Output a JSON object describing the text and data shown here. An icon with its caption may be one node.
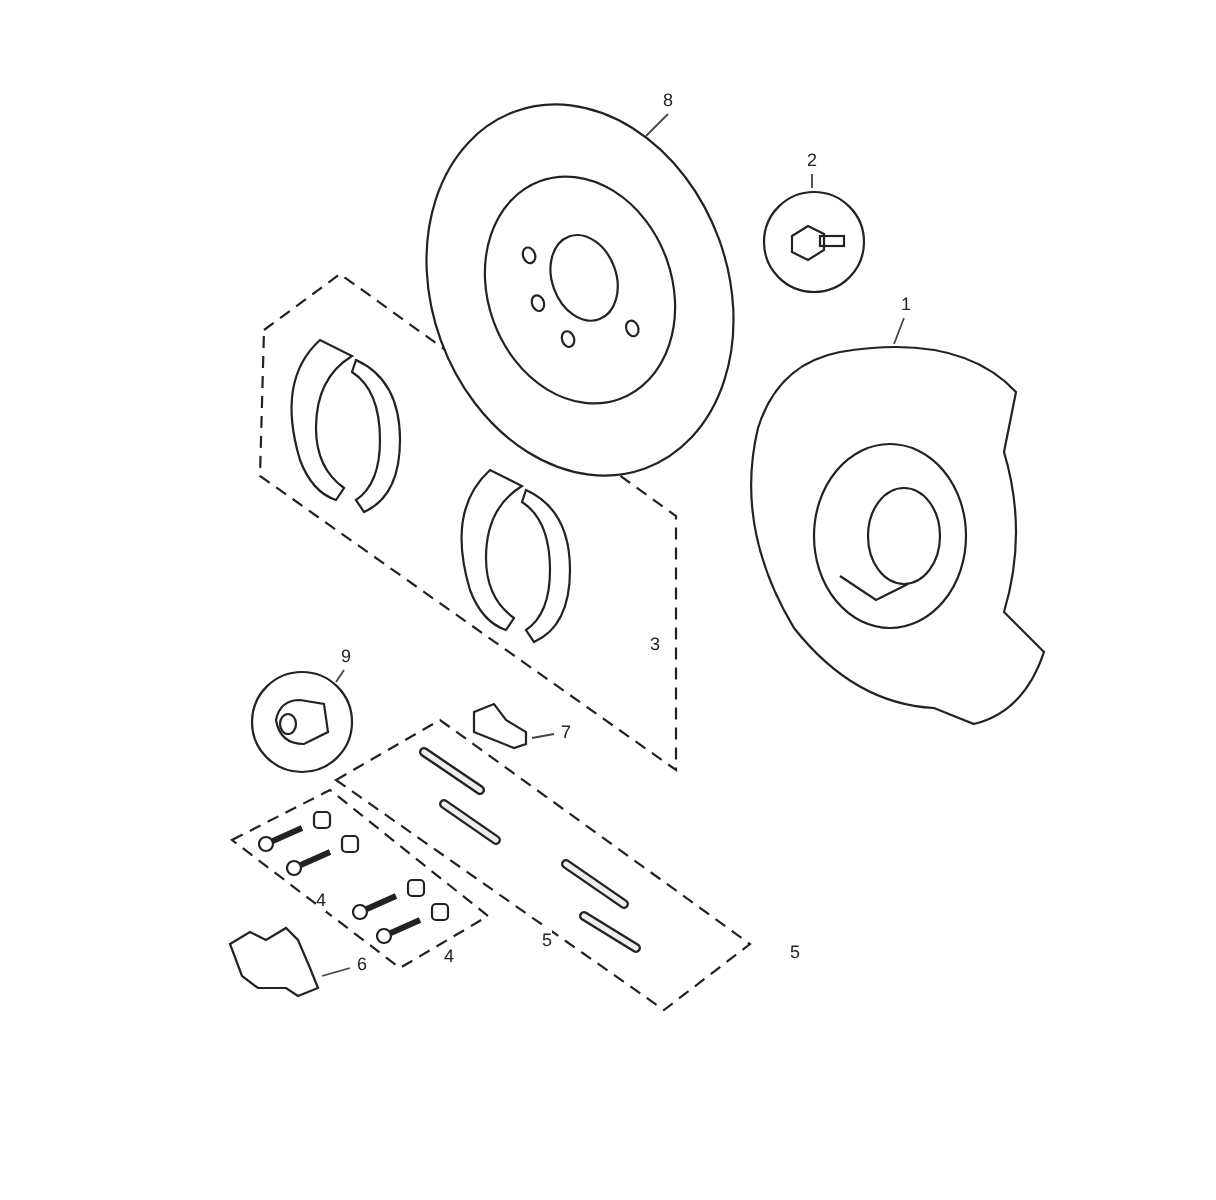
{
  "diagram": {
    "nodes": [
      {
        "text": [
          "8"
        ]
      },
      {
        "text": [],
        "shape": "picture"
      },
      {
        "text": [
          "2"
        ]
      },
      {
        "text": [],
        "shape": "picture"
      },
      {
        "text": [
          "1"
        ]
      },
      {
        "text": [],
        "shape": "picture"
      },
      {
        "text": [
          "9"
        ]
      },
      {
        "text": [],
        "shape": "picture"
      },
      {
        "text": [
          "7"
        ]
      },
      {
        "text": [],
        "shape": "picture"
      },
      {
        "text": [
          "6"
        ]
      },
      {
        "text": [],
        "shape": "picture"
      }
    ],
    "edges": [
      {
        "from": 0,
        "to": 1,
        "arrow": "none"
      },
      {
        "from": 2,
        "to": 3,
        "arrow": "none"
      },
      {
        "from": 4,
        "to": 5,
        "arrow": "none"
      },
      {
        "from": 6,
        "to": 7,
        "arrow": "none"
      },
      {
        "from": 8,
        "to": 9,
        "arrow": "none"
      },
      {
        "from": 10,
        "to": 11,
        "arrow": "none"
      }
    ],
    "labels": [
      "3",
      "4",
      "5",
      "5",
      "4"
    ]
  }
}
